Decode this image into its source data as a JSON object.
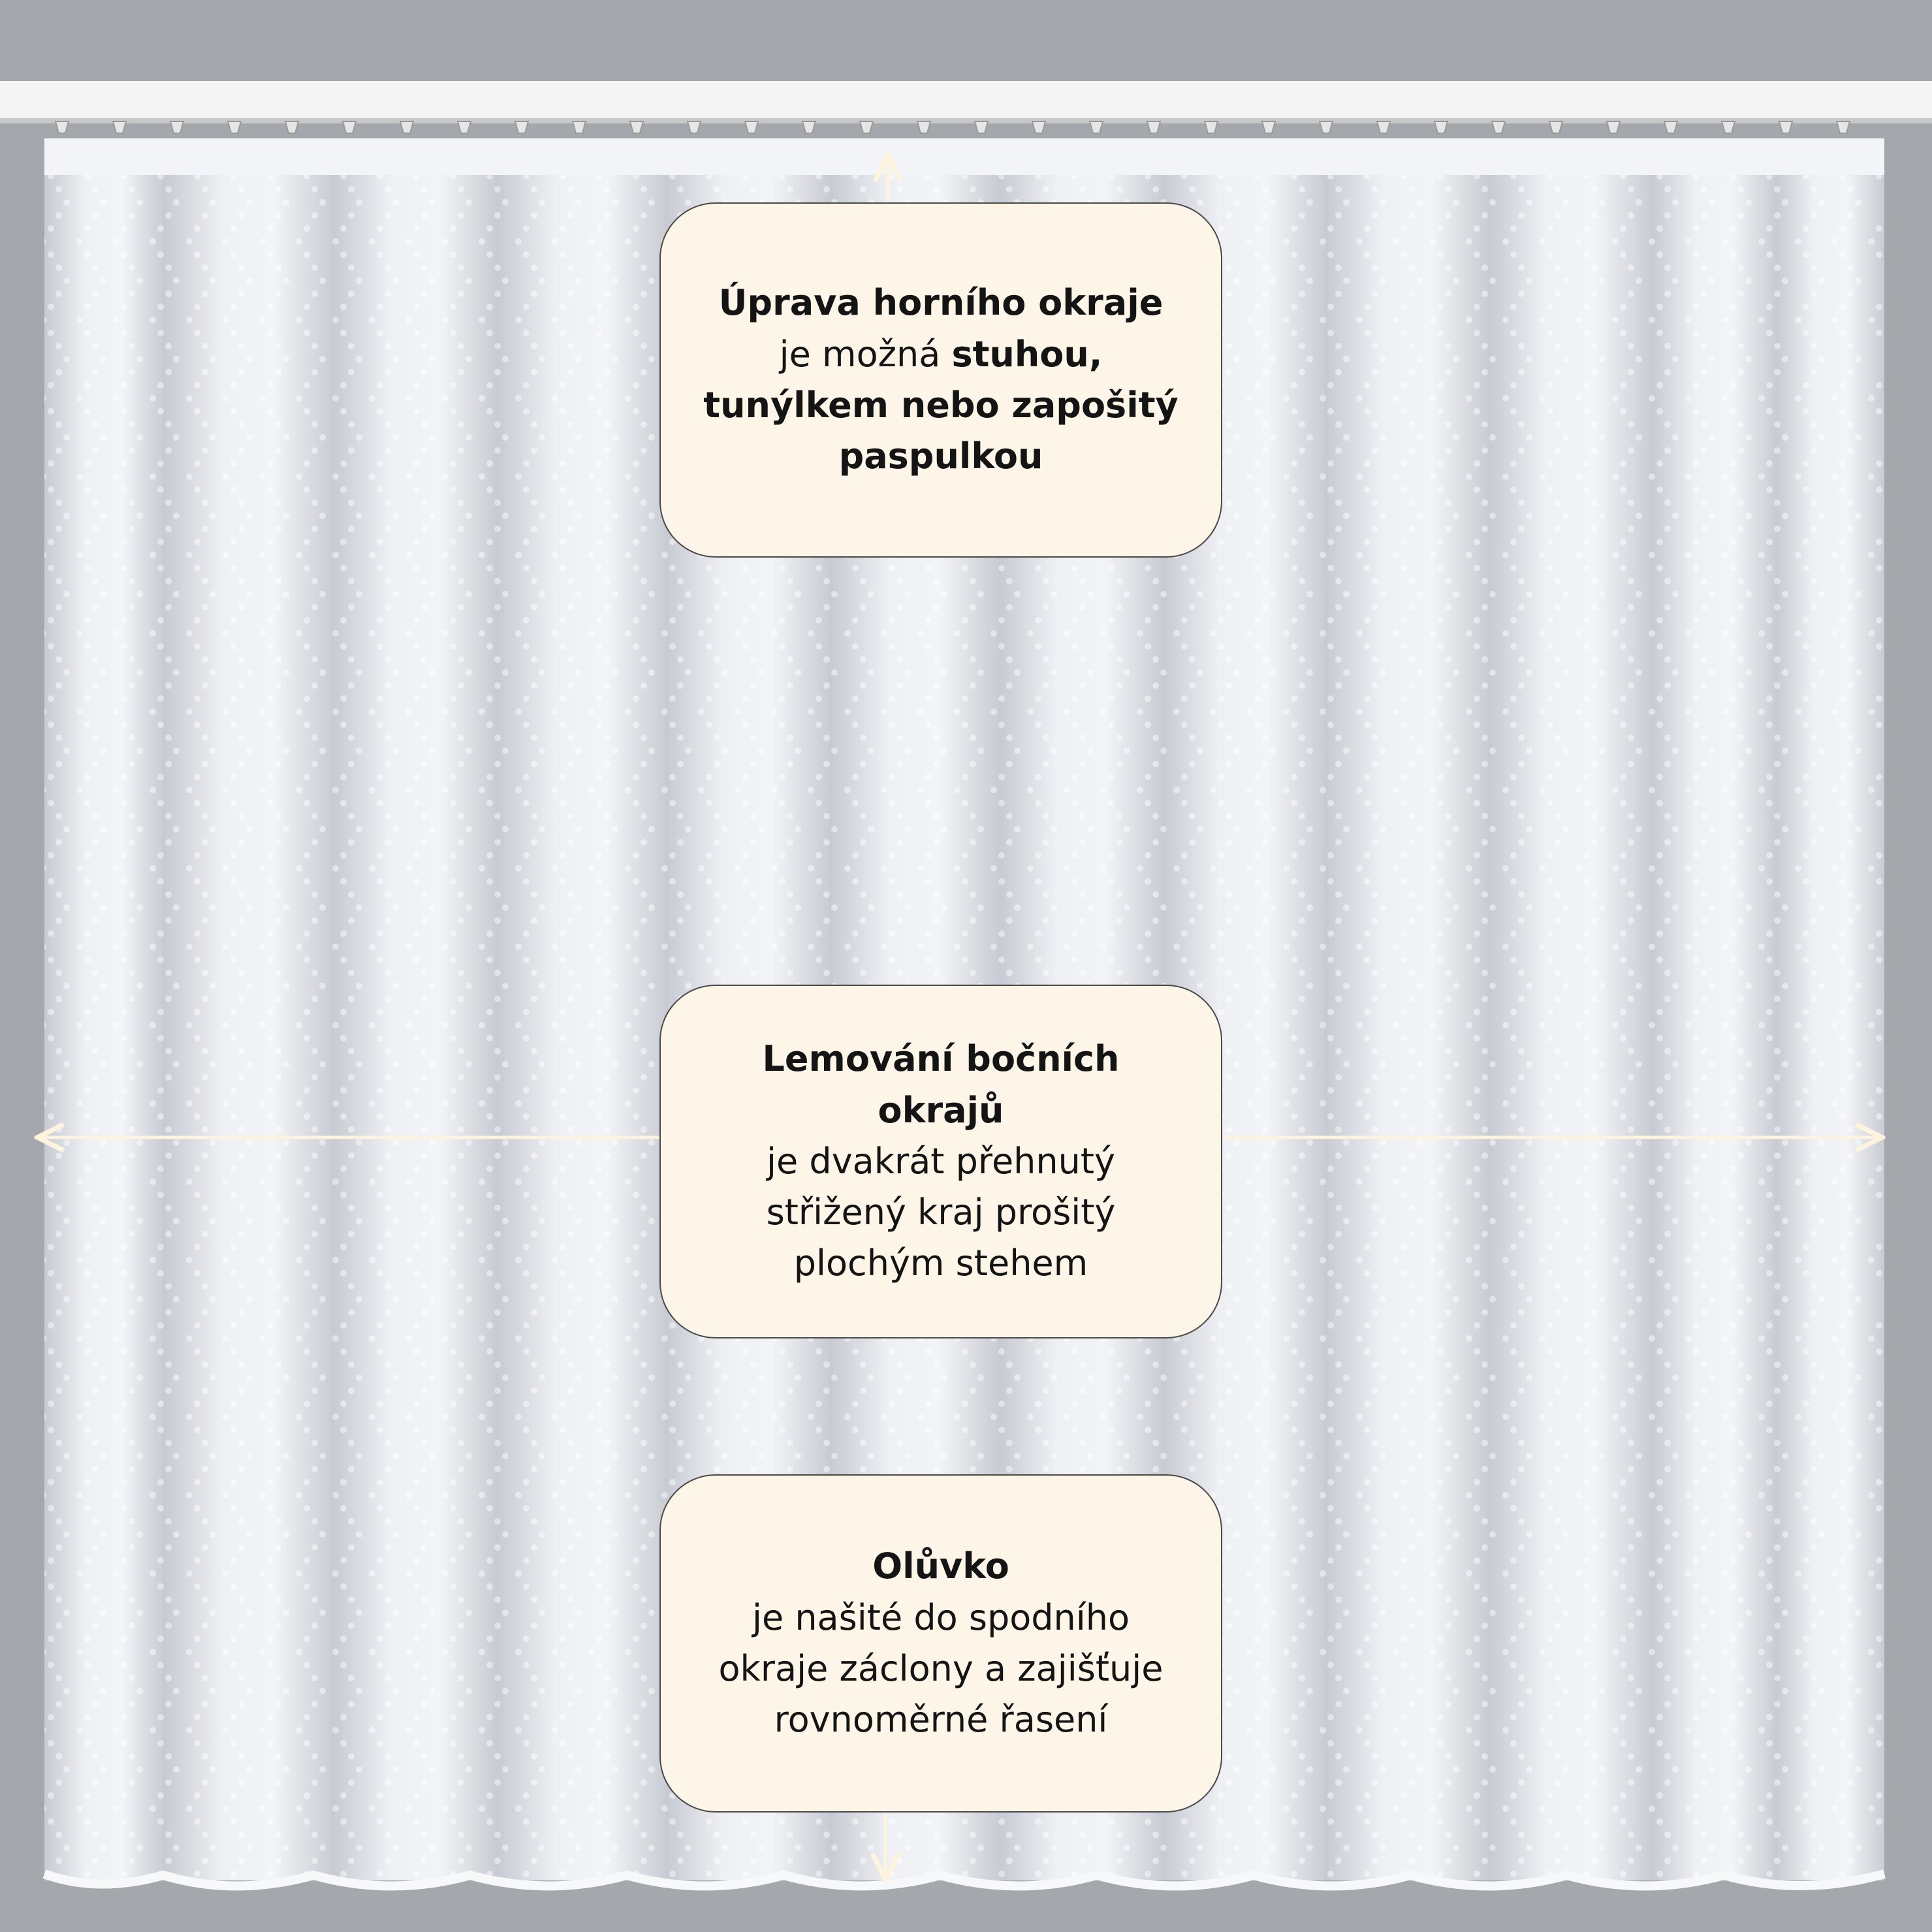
{
  "colors": {
    "wall": "#a4a7ab",
    "curtain": "#e9ebf0",
    "curtain_shadow": "#c9ccd4",
    "rail": "#f4f4f4",
    "callout_fill": "#fdf6e8",
    "callout_border": "#4a4a4a",
    "arrow": "#fdf3df",
    "text": "#141414"
  },
  "icons": {
    "top_arrow": "vertical-arrow-icon",
    "side_arrow": "horizontal-double-arrow-icon",
    "bottom_arrow": "vertical-arrow-icon"
  },
  "callouts": {
    "top": {
      "title": "Úprava horního okraje",
      "line1_regular": "je možná ",
      "line1_bold": "stuhou,",
      "line2_bold": "tunýlkem nebo zapošitý",
      "line3_bold": "paspulkou"
    },
    "middle": {
      "title_line1": "Lemování bočních",
      "title_line2": "okrajů",
      "line1": "je dvakrát přehnutý",
      "line2": "střižený kraj prošitý",
      "line3": "plochým stehem"
    },
    "bottom": {
      "title": "Olůvko",
      "line1": "je našité do spodního",
      "line2": "okraje záclony a zajišťuje",
      "line3": "rovnoměrné řasení"
    }
  }
}
